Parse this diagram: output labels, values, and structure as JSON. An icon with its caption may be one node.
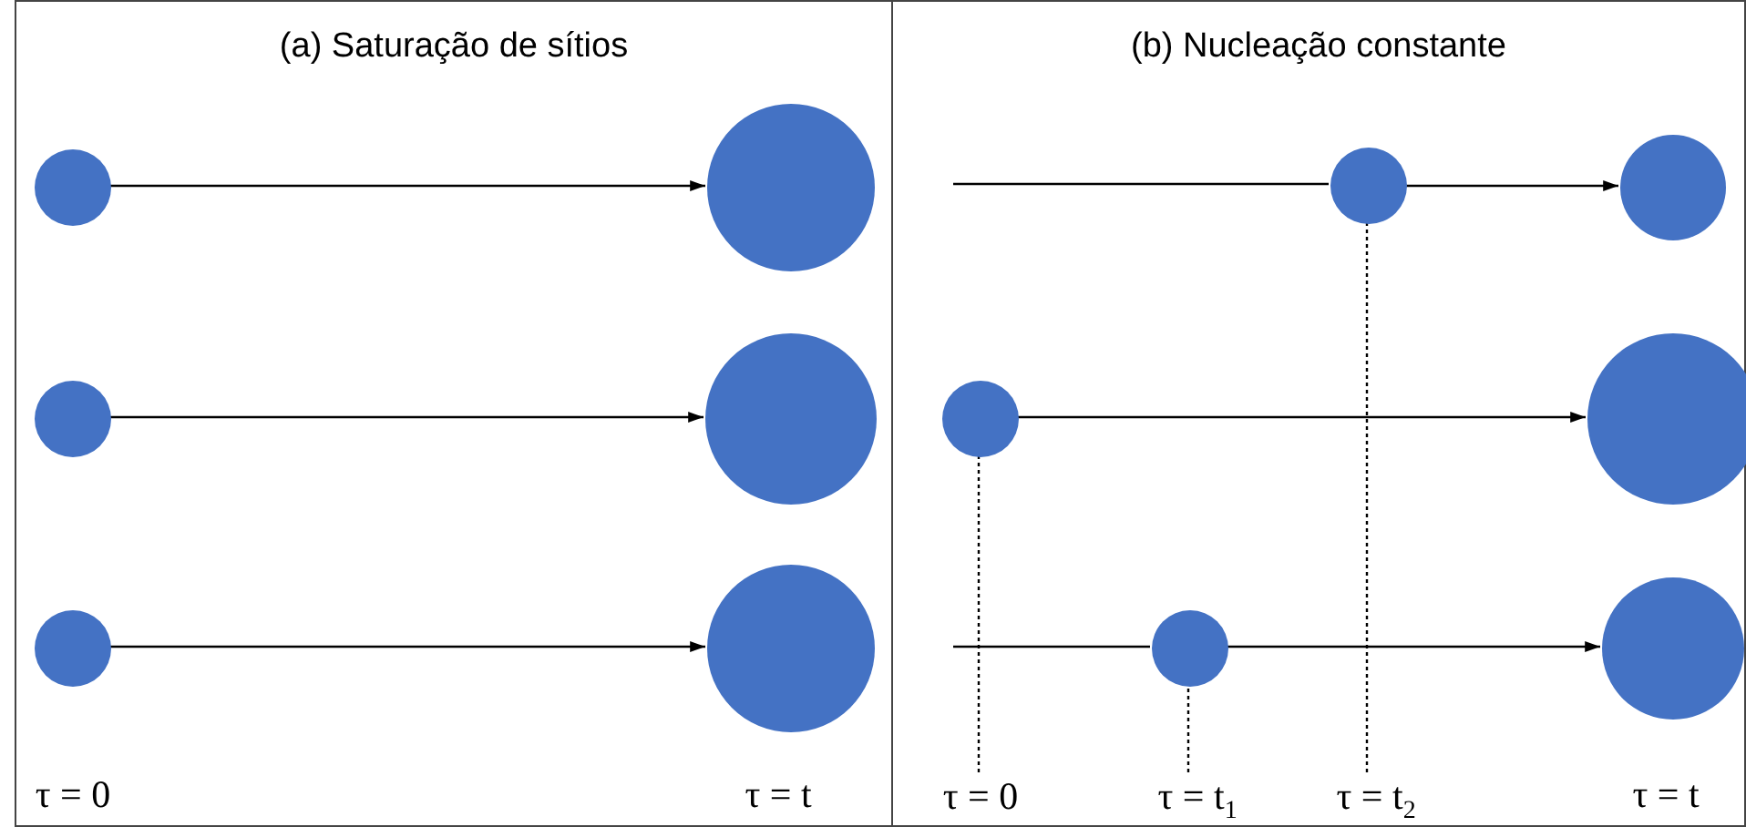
{
  "diagram": {
    "nodes": [
      {
        "text": [
          "(a) Saturação de sítios"
        ]
      },
      {
        "text": [],
        "shape": "circle",
        "in": 0
      },
      {
        "text": [],
        "shape": "circle",
        "in": 0
      },
      {
        "text": [],
        "shape": "circle",
        "in": 0
      },
      {
        "text": [],
        "shape": "circle",
        "in": 0
      },
      {
        "text": [],
        "shape": "circle",
        "in": 0
      },
      {
        "text": [],
        "shape": "circle",
        "in": 0
      },
      {
        "text": [
          "(b) Nucleação constante"
        ]
      },
      {
        "text": [],
        "shape": "circle",
        "in": 7
      },
      {
        "text": [],
        "shape": "circle",
        "in": 7
      },
      {
        "text": [],
        "shape": "circle",
        "in": 7
      },
      {
        "text": [],
        "shape": "circle",
        "in": 7
      },
      {
        "text": [],
        "shape": "circle",
        "in": 7
      },
      {
        "text": [],
        "shape": "circle",
        "in": 7
      },
      {
        "text": [
          "τ = 0"
        ],
        "in": 7
      },
      {
        "text": [
          "τ = t$_{1}$"
        ],
        "in": 7
      },
      {
        "text": [
          "τ = t$_{2}$"
        ],
        "in": 7
      }
    ],
    "edges": [
      {
        "from": 1,
        "to": 2,
        "arrow": "to"
      },
      {
        "from": 3,
        "to": 4,
        "arrow": "to"
      },
      {
        "from": 5,
        "to": 6,
        "arrow": "to"
      },
      {
        "from": null,
        "to": 8,
        "arrow": "none"
      },
      {
        "from": 8,
        "to": 9,
        "arrow": "to"
      },
      {
        "from": 10,
        "to": 11,
        "arrow": "to"
      },
      {
        "from": null,
        "to": 12,
        "arrow": "none"
      },
      {
        "from": 12,
        "to": 13,
        "arrow": "to"
      },
      {
        "from": 14,
        "to": 10,
        "arrow": "none",
        "style": "dashed"
      },
      {
        "from": 15,
        "to": 12,
        "arrow": "none",
        "style": "dashed"
      },
      {
        "from": 16,
        "to": 8,
        "arrow": "none",
        "style": "dashed"
      }
    ],
    "labels": [
      "τ = 0",
      "τ = t",
      "τ = t"
    ]
  }
}
